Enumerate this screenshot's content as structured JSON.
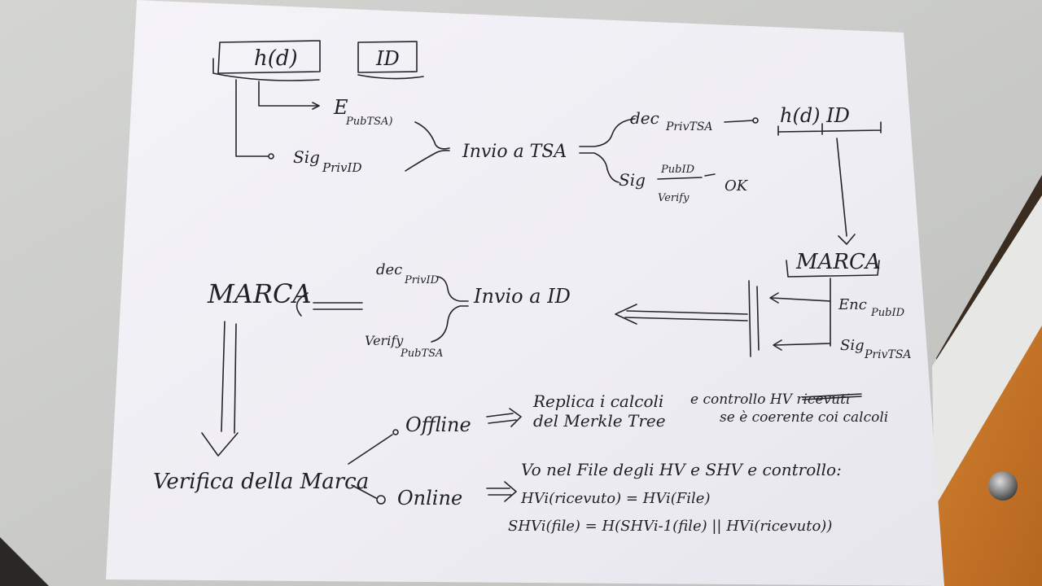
{
  "colors": {
    "desk": "#c9cac7",
    "paper": "#f1f0f6",
    "ink": "#23252c",
    "wood": "#c8762e",
    "laptop_edge": "#3a2c20"
  },
  "sheet": {
    "top_boxes": {
      "hash": "h(d)",
      "id": "ID"
    },
    "sign_pub_tsa": "E",
    "sign_pub_tsa_sub": "PubTSA)",
    "sign_priv_id": "Sig",
    "sign_priv_id_sub": "PrivID",
    "send_tsa": "Invio a TSA",
    "dec_priv_tsa": "dec",
    "dec_priv_tsa_sub": "PrivTSA",
    "result_boxes": "h(d)  ID",
    "sig_verify": "Sig",
    "verify_fraction_top": "PubID",
    "verify_fraction_bottom": "Verify",
    "ok": "OK",
    "marca_right": "MARCA",
    "enc_priv_id": "Enc",
    "enc_priv_id_sub": "PubID",
    "sig_priv_tsa": "Sig",
    "sig_priv_tsa_sub": "PrivTSA",
    "send_id": "Invio a ID",
    "dec_priv_id": "dec",
    "dec_priv_id_sub": "PrivID",
    "verify_pub_tsa": "Verify",
    "verify_pub_tsa_sub": "PubTSA",
    "marca_left": "MARCA",
    "verifica": "Verifica della Marca",
    "offline": "Offline",
    "offline_line1": "Replica i calcoli",
    "offline_line2": "del Merkle Tree",
    "offline_line3": "e controllo HV ricevuti",
    "offline_line4": "se è coerente coi calcoli",
    "online": "Online",
    "online_line1": "Vo nel File degli HV e SHV e controllo:",
    "online_line2": "HVi(ricevuto) = HVi(File)",
    "online_line3": "SHVi(file) = H(SHVi-1(file) || HVi(ricevuto))"
  }
}
